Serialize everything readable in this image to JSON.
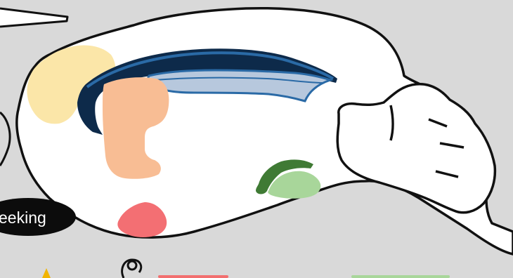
{
  "pill": {
    "label": "eeking"
  },
  "colors": {
    "background": "#d9d9d9",
    "brain_fill": "#ffffff",
    "outline": "#111111",
    "prefrontal_yellow": "#fbe6a8",
    "striatum_peach": "#f8bd94",
    "callosum_navy": "#0d2a4a",
    "callosum_blue": "#2a6aa6",
    "hippocampus_lightblue": "#b7c8dd",
    "amygdala_red": "#f36f73",
    "vta_darkgreen": "#3f7a34",
    "vta_lightgreen": "#a8d69a",
    "pill_black": "#0c0c0c",
    "bottom_red_bar": "#f26f6f",
    "bottom_green_bar": "#a8d69a"
  },
  "regions": [
    "prefrontal-cortex",
    "striatum",
    "corpus-callosum",
    "hippocampus",
    "amygdala",
    "vta-dark",
    "vta-light"
  ]
}
